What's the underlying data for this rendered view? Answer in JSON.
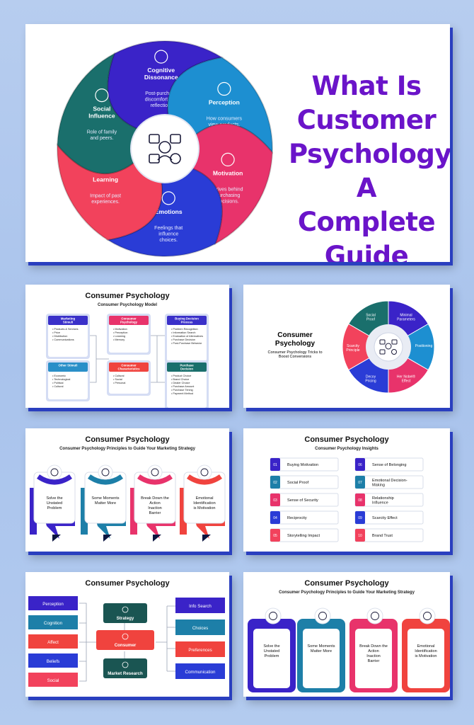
{
  "hero": {
    "title_lines": [
      "What Is",
      "Customer",
      "Psychology:",
      "A Complete",
      "Guide"
    ],
    "segments": [
      {
        "name": "Cognitive Dissonance",
        "desc": "Post-purchase discomfort and reflection.",
        "color": "#3a23c8"
      },
      {
        "name": "Perception",
        "desc": "How consumers view products.",
        "color": "#1d8fd1"
      },
      {
        "name": "Motivation",
        "desc": "Drives behind purchasing decisions.",
        "color": "#e8336b"
      },
      {
        "name": "Emotions",
        "desc": "Feelings that influence choices.",
        "color": "#2a3cd6"
      },
      {
        "name": "Learning",
        "desc": "Impact of past experiences.",
        "color": "#f2425c"
      },
      {
        "name": "Social Influence",
        "desc": "Role of family and peers.",
        "color": "#1a6f6c"
      }
    ]
  },
  "slide1": {
    "title": "Consumer Psychology",
    "subtitle": "Consumer Psychology Model",
    "boxes": [
      {
        "header": "Marketing Stimuli",
        "items": [
          "Products & Services",
          "Price",
          "Distribution",
          "Communications"
        ],
        "color": "#3a30c9"
      },
      {
        "header": "Other Stimuli",
        "items": [
          "Economic",
          "Technological",
          "Political",
          "Cultural"
        ],
        "color": "#2a8fc8"
      },
      {
        "header": "Consumer Psychology",
        "items": [
          "Motivation",
          "Perception",
          "Learning",
          "Memory"
        ],
        "color": "#e8336b"
      },
      {
        "header": "Consumer Characteristics",
        "items": [
          "Cultural",
          "Social",
          "Personal"
        ],
        "color": "#f0433e"
      },
      {
        "header": "Buying Decision Process",
        "items": [
          "Problem Recognition",
          "Information Search",
          "Evaluation of Alternatives",
          "Purchase Decision",
          "Post-Purchase Behavior"
        ],
        "color": "#3a30c9"
      },
      {
        "header": "Purchase Decision",
        "items": [
          "Product Choice",
          "Brand Choice",
          "Dealer Choice",
          "Purchase Amount",
          "Purchase Timing",
          "Payment Method"
        ],
        "color": "#1a6f6c"
      }
    ]
  },
  "slide2": {
    "title": "Consumer Psychology",
    "subtitle": "Consumer Psychology Tricks to Boost Conversions",
    "segments": [
      {
        "label": "Social Proof",
        "color": "#1a6f6c"
      },
      {
        "label": "Minimal Parameters",
        "color": "#3a23c8"
      },
      {
        "label": "Positioning",
        "color": "#1d8fd1"
      },
      {
        "label": "Her Nobel® Effect",
        "color": "#e8336b"
      },
      {
        "label": "Decoy Pricing",
        "color": "#2a3cd6"
      },
      {
        "label": "Scarcity Principle",
        "color": "#f2425c"
      }
    ]
  },
  "slide3": {
    "title": "Consumer Psychology",
    "subtitle": "Consumer Psychology Principles to Guide Your Marketing Strategy",
    "cards": [
      {
        "label": "Solve the Unstated Problem",
        "color": "#3a23c8"
      },
      {
        "label": "Some Moments Matter More",
        "color": "#1d7fa8"
      },
      {
        "label": "Break Down the Action Inaction Barrier",
        "color": "#e8336b"
      },
      {
        "label": "Emotional Identification is Motivation",
        "color": "#f0433e"
      }
    ]
  },
  "slide4": {
    "title": "Consumer Psychology",
    "subtitle": "Consumer Psychology Insights",
    "items": [
      {
        "num": "01",
        "label": "Buying Motivation",
        "color": "#3a23c8"
      },
      {
        "num": "02",
        "label": "Social Proof",
        "color": "#1d7fa8"
      },
      {
        "num": "03",
        "label": "Sense of Security",
        "color": "#e8336b"
      },
      {
        "num": "04",
        "label": "Reciprocity",
        "color": "#2a3cd6"
      },
      {
        "num": "05",
        "label": "Storytelling Impact",
        "color": "#f2425c"
      },
      {
        "num": "06",
        "label": "Sense of Belonging",
        "color": "#3a23c8"
      },
      {
        "num": "07",
        "label": "Emotional Decision- Making",
        "color": "#1d7fa8"
      },
      {
        "num": "08",
        "label": "Relationship Influence",
        "color": "#e8336b"
      },
      {
        "num": "09",
        "label": "Scarcity Effect",
        "color": "#2a3cd6"
      },
      {
        "num": "10",
        "label": "Brand Trust",
        "color": "#f2425c"
      }
    ]
  },
  "slide5": {
    "title": "Consumer Psychology",
    "left": [
      {
        "label": "Perception",
        "color": "#3a23c8"
      },
      {
        "label": "Cognition",
        "color": "#1d7fa8"
      },
      {
        "label": "Affect",
        "color": "#f0433e"
      },
      {
        "label": "Beliefs",
        "color": "#2a3cd6"
      },
      {
        "label": "Social",
        "color": "#f2425c"
      }
    ],
    "center": [
      {
        "label": "Strategy",
        "color": "#1a5552"
      },
      {
        "label": "Consumer",
        "color": "#f0433e"
      },
      {
        "label": "Market Research",
        "color": "#1a5552"
      }
    ],
    "right": [
      {
        "label": "Info Search",
        "color": "#3a23c8"
      },
      {
        "label": "Choices",
        "color": "#1d7fa8"
      },
      {
        "label": "Preferences",
        "color": "#f0433e"
      },
      {
        "label": "Communication",
        "color": "#2a3cd6"
      }
    ]
  },
  "slide6": {
    "title": "Consumer Psychology",
    "subtitle": "Consumer Psychology Principles to Guide Your Marketing Strategy",
    "cards": [
      {
        "label": "Solve the Unstated Problem",
        "color": "#3a23c8"
      },
      {
        "label": "Some Moments Matter More",
        "color": "#1d7fa8"
      },
      {
        "label": "Break Down the Action Inaction Barrier",
        "color": "#e8336b"
      },
      {
        "label": "Emotional Identification is Motivation",
        "color": "#f0433e"
      }
    ]
  }
}
